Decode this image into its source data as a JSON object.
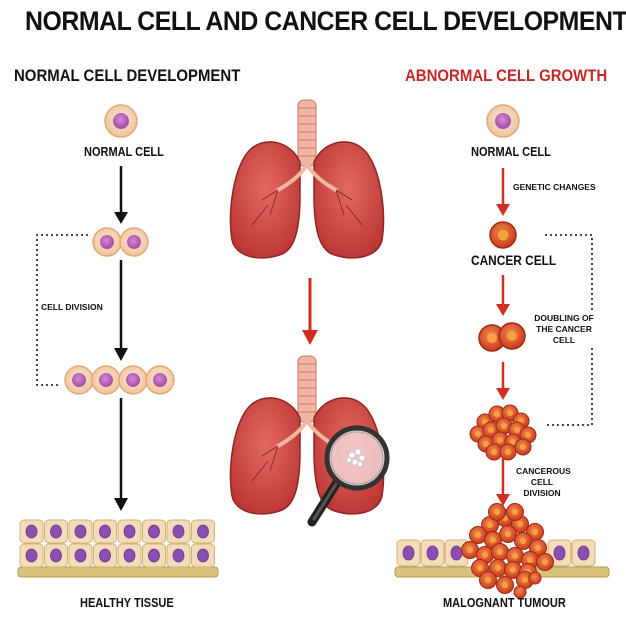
{
  "title": "NORMAL CELL AND CANCER CELL DEVELOPMENT",
  "left": {
    "heading": "NORMAL CELL DEVELOPMENT",
    "normal_cell": "NORMAL CELL",
    "cell_division": "CELL DIVISION",
    "healthy_tissue": "HEALTHY TISSUE"
  },
  "right": {
    "heading": "ABNORMAL CELL GROWTH",
    "normal_cell": "NORMAL CELL",
    "genetic_changes": "GENETIC CHANGES",
    "cancer_cell": "CANCER CELL",
    "doubling": "DOUBLING OF THE CANCER CELL",
    "cancerous_division": "CANCEROUS CELL DIVISION",
    "tumour": "MALOGNANT TUMOUR"
  },
  "colors": {
    "title": "#111111",
    "abnormal_heading": "#c62828",
    "arrow_black": "#111111",
    "arrow_red": "#d32f1e",
    "normal_cell_fill": "#f6d6b8",
    "normal_nucleus": "#b65bb7",
    "cancer_cell_fill": "#e2502a",
    "lung": "#c9423f",
    "tissue_cell": "#f3dcb8",
    "tissue_nucleus": "#8a4fb0"
  }
}
